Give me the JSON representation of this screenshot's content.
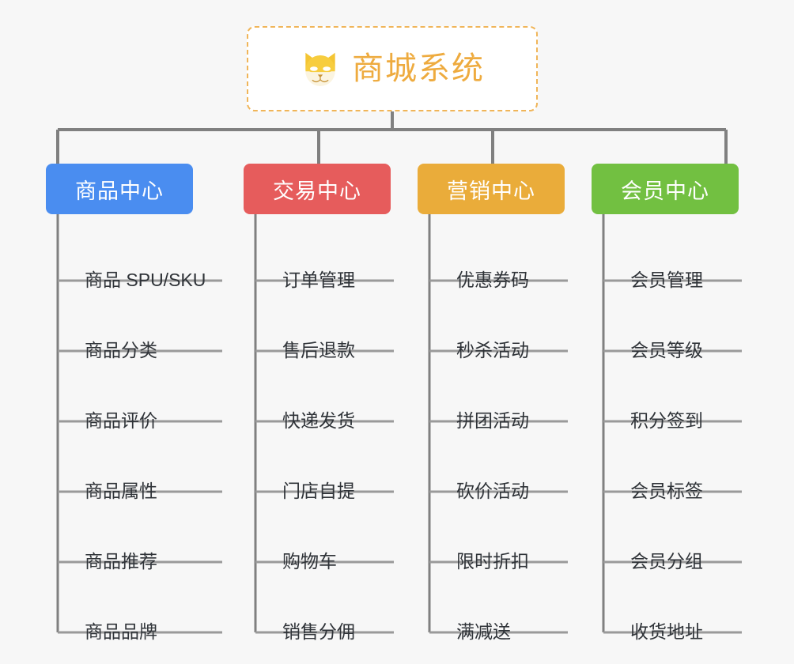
{
  "diagram": {
    "kind": "org-chart",
    "background_color": "#f7f7f7",
    "root": {
      "title": "商城系统",
      "icon": "dog-face-emoji",
      "icon_char": "🐶",
      "text_color": "#eeab3f",
      "border_color": "#f0b559",
      "fill_color": "#ffffff"
    },
    "connector_color": "#808080",
    "leaf_text_color": "#2f3338",
    "leaf_rule_color": "#9a9a9a",
    "branches": [
      {
        "label": "商品中心",
        "color": "#4a8df0",
        "items": [
          "商品 SPU/SKU",
          "商品分类",
          "商品评价",
          "商品属性",
          "商品推荐",
          "商品品牌"
        ]
      },
      {
        "label": "交易中心",
        "color": "#e65c5c",
        "items": [
          "订单管理",
          "售后退款",
          "快递发货",
          "门店自提",
          "购物车",
          "销售分佣"
        ]
      },
      {
        "label": "营销中心",
        "color": "#eaac3a",
        "items": [
          "优惠券码",
          "秒杀活动",
          "拼团活动",
          "砍价活动",
          "限时折扣",
          "满减送"
        ]
      },
      {
        "label": "会员中心",
        "color": "#72c041",
        "items": [
          "会员管理",
          "会员等级",
          "积分签到",
          "会员标签",
          "会员分组",
          "收货地址"
        ]
      }
    ]
  }
}
